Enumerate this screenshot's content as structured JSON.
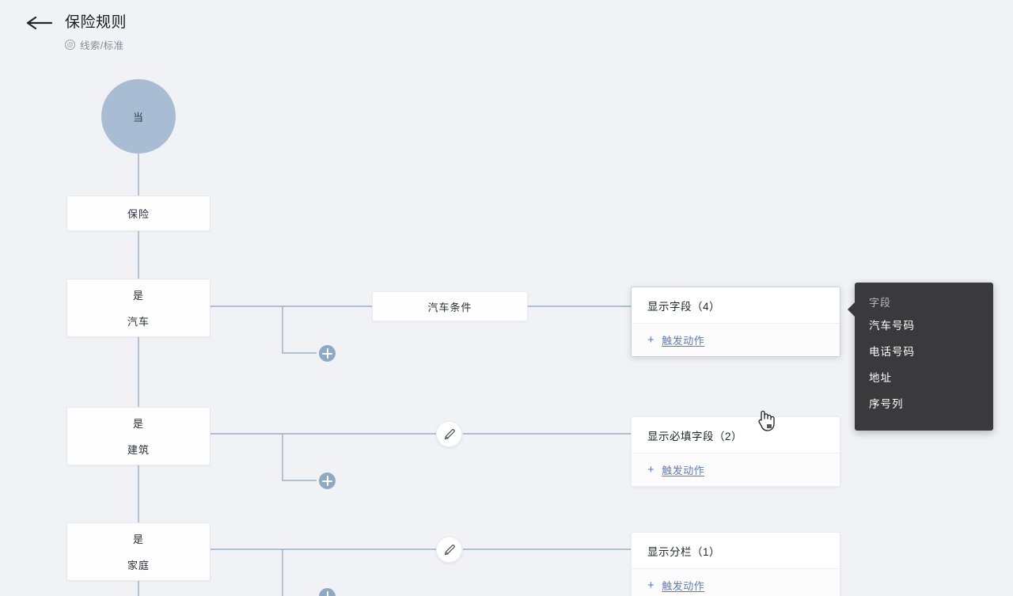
{
  "header": {
    "back_icon": "arrow-left-icon",
    "title": "保险规则",
    "subtitle_icon": "@",
    "subtitle": "线索/标准"
  },
  "flow": {
    "trigger": {
      "label": "当"
    },
    "start_node": {
      "label": "保险"
    },
    "conditions": [
      {
        "operator": "是",
        "value": "汽车"
      },
      {
        "operator": "是",
        "value": "建筑"
      },
      {
        "operator": "是",
        "value": "家庭"
      }
    ],
    "mid_node": {
      "label": "汽车条件"
    },
    "add_button_label": "+",
    "edit_icon": "pencil-icon"
  },
  "action_cards": [
    {
      "title": "显示字段（4）",
      "action_plus": "+",
      "action_label": "触发动作",
      "hovered": true
    },
    {
      "title": "显示必填字段（2）",
      "action_plus": "+",
      "action_label": "触发动作",
      "hovered": false
    },
    {
      "title": "显示分栏（1）",
      "action_plus": "+",
      "action_label": "触发动作",
      "hovered": false
    }
  ],
  "tooltip": {
    "heading": "字段",
    "items": [
      "汽车号码",
      "电话号码",
      "地址",
      "序号列"
    ]
  },
  "colors": {
    "background": "#f0f2f5",
    "trigger_circle": "#a8bdd4",
    "link": "#5b7dc0",
    "connector": "#9aaec5",
    "tooltip_bg": "#3a3a3c"
  }
}
